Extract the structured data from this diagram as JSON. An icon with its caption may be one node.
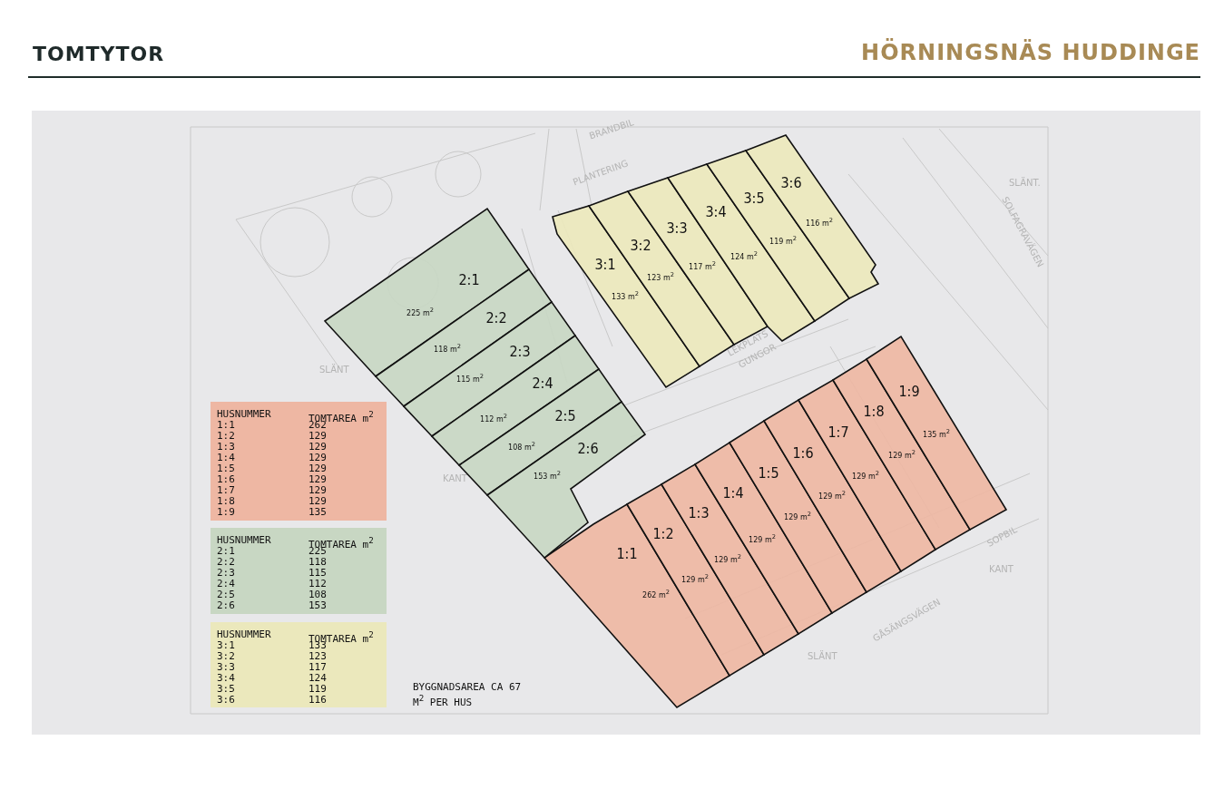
{
  "diagram": {
    "title": "TOMTYTOR",
    "nodes": [
      {
        "text": [
          "1:1",
          "262 m$^{2}$"
        ]
      },
      {
        "text": [
          "1:2",
          "129 m$^{2}$"
        ]
      },
      {
        "text": [
          "1:3",
          "129 m$^{2}$"
        ]
      },
      {
        "text": [
          "1:4",
          "129 m$^{2}$"
        ]
      },
      {
        "text": [
          "1:5",
          "129 m$^{2}$"
        ]
      },
      {
        "text": [
          "1:6",
          "129 m$^{2}$"
        ]
      },
      {
        "text": [
          "1:7",
          "129 m$^{2}$"
        ]
      },
      {
        "text": [
          "1:8",
          "129 m$^{2}$"
        ]
      },
      {
        "text": [
          "1:9",
          "135 m$^{2}$"
        ]
      },
      {
        "text": [
          "2:1",
          "225 m$^{2}$"
        ]
      },
      {
        "text": [
          "2:2",
          "118 m$^{2}$"
        ]
      },
      {
        "text": [
          "2:3",
          "115 m$^{2}$"
        ]
      },
      {
        "text": [
          "2:4",
          "112 m$^{2}$"
        ]
      },
      {
        "text": [
          "2:5",
          "108 m$^{2}$"
        ]
      },
      {
        "text": [
          "2:6",
          "153 m$^{2}$"
        ]
      },
      {
        "text": [
          "3:1",
          "133 m$^{2}$"
        ]
      },
      {
        "text": [
          "3:2",
          "123 m$^{2}$"
        ]
      },
      {
        "text": [
          "3:3",
          "117 m$^{2}$"
        ]
      },
      {
        "text": [
          "3:4",
          "124 m$^{2}$"
        ]
      },
      {
        "text": [
          "3:5",
          "119 m$^{2}$"
        ]
      },
      {
        "text": [
          "3:6",
          "116 m$^{2}$"
        ]
      }
    ],
    "labels": [
      "HÖRNINGSNÄS HUDDINGE",
      "BRANDBIL",
      "PLANTERING",
      "SLÄNT",
      "SLÄNT.",
      "SOLFAGRAVÄGEN",
      "LEKPLATS",
      "GUNGOR",
      "KANT",
      "SOPBIL",
      "KANT",
      "GÅSÄNGSVÄGEN",
      "SLÄNT",
      "HUSNUMMER",
      "TOMTAREA m$^{2}$",
      "1:1",
      "262",
      "1:2",
      "129",
      "1:3",
      "129",
      "1:4",
      "129",
      "1:5",
      "129",
      "1:6",
      "129",
      "1:7",
      "129",
      "1:8",
      "129",
      "1:9",
      "135",
      "HUSNUMMER",
      "TOMTAREA m$^{2}$",
      "2:1",
      "225",
      "2:2",
      "118",
      "2:3",
      "115",
      "2:4",
      "112",
      "2:5",
      "108",
      "2:6",
      "153",
      "HUSNUMMER",
      "TOMTAREA m$^{2}$",
      "3:1",
      "133",
      "3:2",
      "123",
      "3:3",
      "117",
      "3:4",
      "124",
      "3:5",
      "119",
      "3:6",
      "116",
      "BYGGNADSAREA CA 67 M$^{2}$ PER HUS"
    ]
  }
}
